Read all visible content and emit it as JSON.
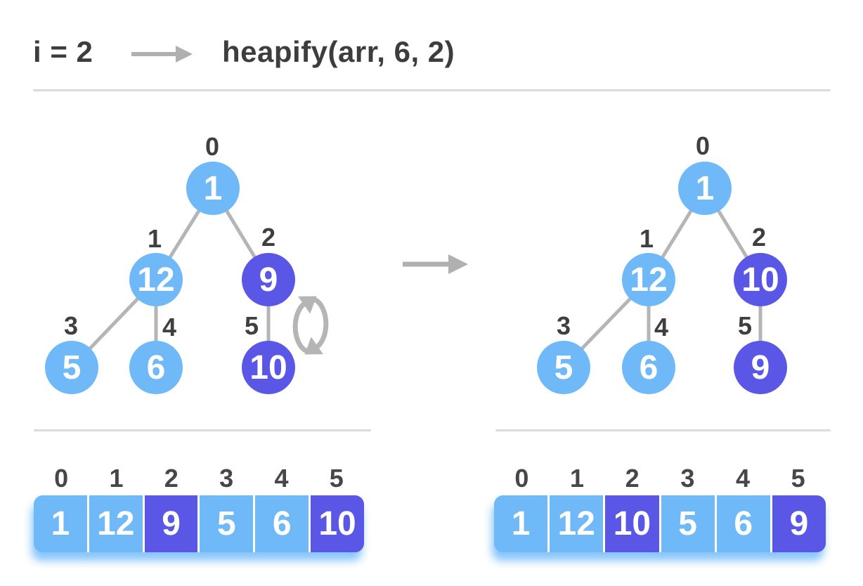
{
  "header": {
    "iteration_label": "i = 2",
    "call_label": "heapify(arr, 6, 2)"
  },
  "palette": {
    "node_light_blue": "#6fb9f9",
    "node_indigo": "#5b57e6",
    "edge_gray": "#b5b5b5",
    "arrow_gray": "#b0b0b0",
    "text_dark": "#3d3d3d",
    "separator_gray": "#dbdbdb",
    "value_text": "#ffffff"
  },
  "icons": {
    "title_arrow": "right-arrow",
    "between_trees_arrow": "right-arrow",
    "swap": "swap-cycle-arrows"
  },
  "trees": {
    "before": {
      "nodes": [
        {
          "index": "0",
          "value": "1"
        },
        {
          "index": "1",
          "value": "12"
        },
        {
          "index": "2",
          "value": "9"
        },
        {
          "index": "3",
          "value": "5"
        },
        {
          "index": "4",
          "value": "6"
        },
        {
          "index": "5",
          "value": "10"
        }
      ],
      "highlighted_indices": [
        2,
        5
      ],
      "edges": [
        [
          0,
          1
        ],
        [
          0,
          2
        ],
        [
          1,
          3
        ],
        [
          1,
          4
        ],
        [
          2,
          5
        ]
      ]
    },
    "after": {
      "nodes": [
        {
          "index": "0",
          "value": "1"
        },
        {
          "index": "1",
          "value": "12"
        },
        {
          "index": "2",
          "value": "10"
        },
        {
          "index": "3",
          "value": "5"
        },
        {
          "index": "4",
          "value": "6"
        },
        {
          "index": "5",
          "value": "9"
        }
      ],
      "highlighted_indices": [
        2,
        5
      ],
      "edges": [
        [
          0,
          1
        ],
        [
          0,
          2
        ],
        [
          1,
          3
        ],
        [
          1,
          4
        ],
        [
          2,
          5
        ]
      ]
    }
  },
  "arrays": {
    "before": {
      "indices": [
        "0",
        "1",
        "2",
        "3",
        "4",
        "5"
      ],
      "values": [
        "1",
        "12",
        "9",
        "5",
        "6",
        "10"
      ],
      "highlighted_indices": [
        2,
        5
      ]
    },
    "after": {
      "indices": [
        "0",
        "1",
        "2",
        "3",
        "4",
        "5"
      ],
      "values": [
        "1",
        "12",
        "10",
        "5",
        "6",
        "9"
      ],
      "highlighted_indices": [
        2,
        5
      ]
    }
  }
}
